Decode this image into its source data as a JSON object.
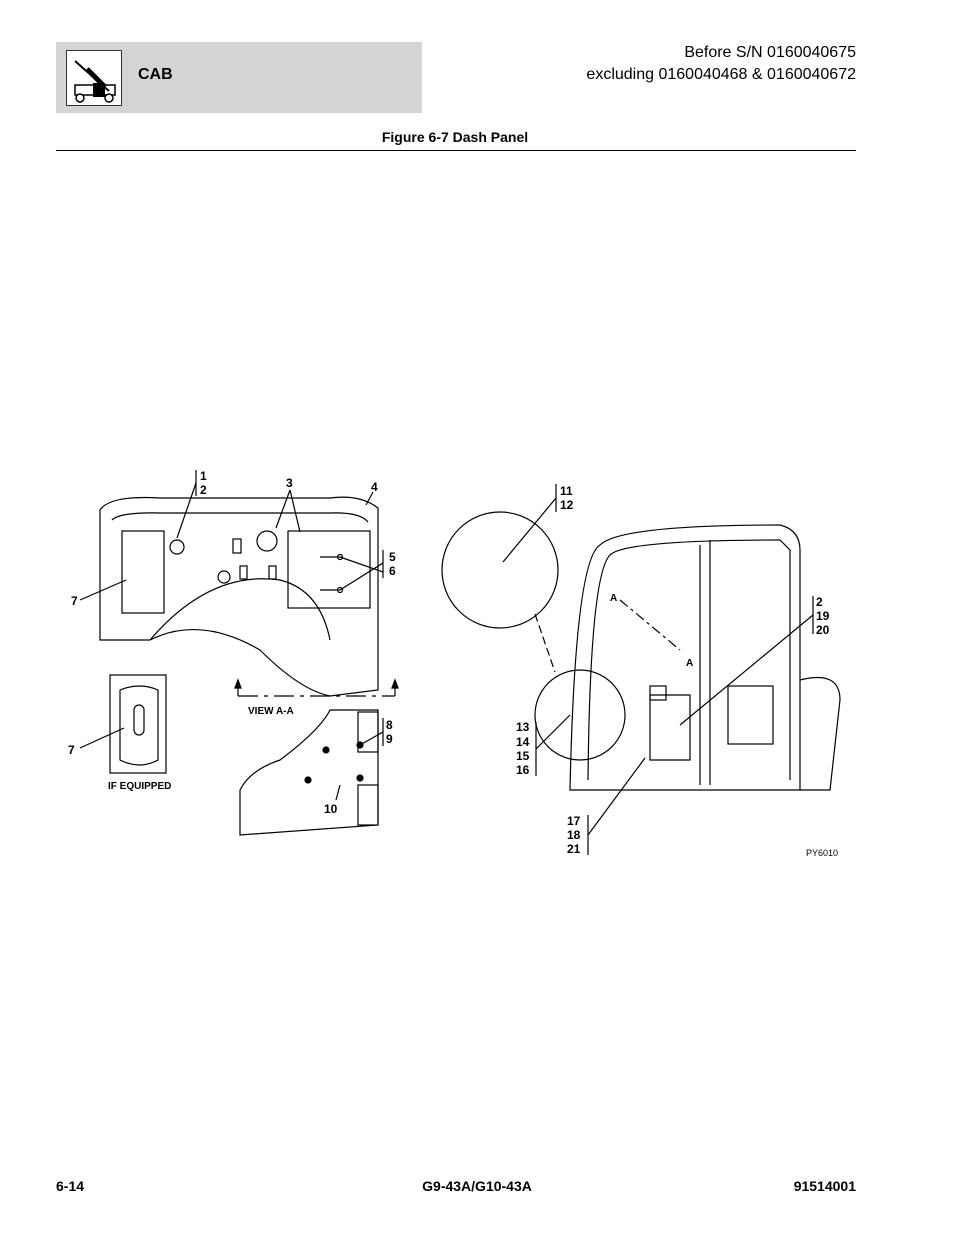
{
  "header": {
    "section_title": "CAB",
    "logo_icon": "telehandler-icon",
    "serial_line1": "Before S/N 0160040675",
    "serial_line2": "excluding 0160040468 & 0160040672"
  },
  "figure": {
    "title": "Figure 6-7 Dash Panel",
    "callouts": {
      "c1": "1",
      "c2": "2",
      "c3": "3",
      "c4": "4",
      "c5": "5",
      "c6": "6",
      "c7a": "7",
      "c7b": "7",
      "c8": "8",
      "c9": "9",
      "c10": "10",
      "c11": "11",
      "c12": "12",
      "c2b": "2",
      "c19": "19",
      "c20": "20",
      "c13": "13",
      "c14": "14",
      "c15": "15",
      "c16": "16",
      "c17": "17",
      "c18": "18",
      "c21": "21"
    },
    "labels": {
      "view": "VIEW A-A",
      "if_equipped": "IF EQUIPPED",
      "section_a1": "A",
      "section_a2": "A",
      "drawing_id": "PY6010"
    }
  },
  "footer": {
    "page_number": "6-14",
    "model": "G9-43A/G10-43A",
    "doc_number": "91514001"
  }
}
